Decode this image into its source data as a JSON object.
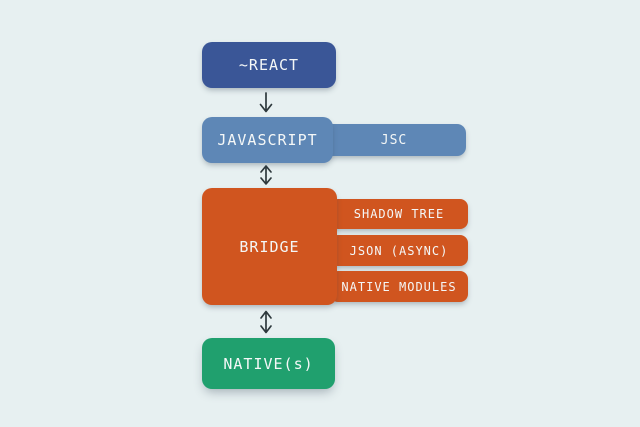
{
  "diagram": {
    "description": "flowchart",
    "background_color": "#e7f0f1",
    "arrow_color": "#2e393d",
    "nodes": {
      "react": {
        "label": "~REACT",
        "color": "#3a5697"
      },
      "javascript": {
        "label": "JAVASCRIPT",
        "color": "#5e87b6"
      },
      "jsc": {
        "label": "JSC",
        "color": "#5e87b6"
      },
      "bridge": {
        "label": "BRIDGE",
        "color": "#d0551f"
      },
      "shadow_tree": {
        "label": "SHADOW TREE",
        "color": "#d0551f"
      },
      "json_async": {
        "label": "JSON (ASYNC)",
        "color": "#d0551f"
      },
      "native_modules": {
        "label": "NATIVE MODULES",
        "color": "#d0551f"
      },
      "native": {
        "label": "NATIVE(s)",
        "color": "#20a06e"
      }
    },
    "connections": [
      {
        "from": "~REACT",
        "to": "JAVASCRIPT",
        "direction": "down"
      },
      {
        "from": "JAVASCRIPT",
        "to": "BRIDGE",
        "direction": "bidirectional"
      },
      {
        "from": "BRIDGE",
        "to": "NATIVE(s)",
        "direction": "bidirectional"
      }
    ]
  }
}
